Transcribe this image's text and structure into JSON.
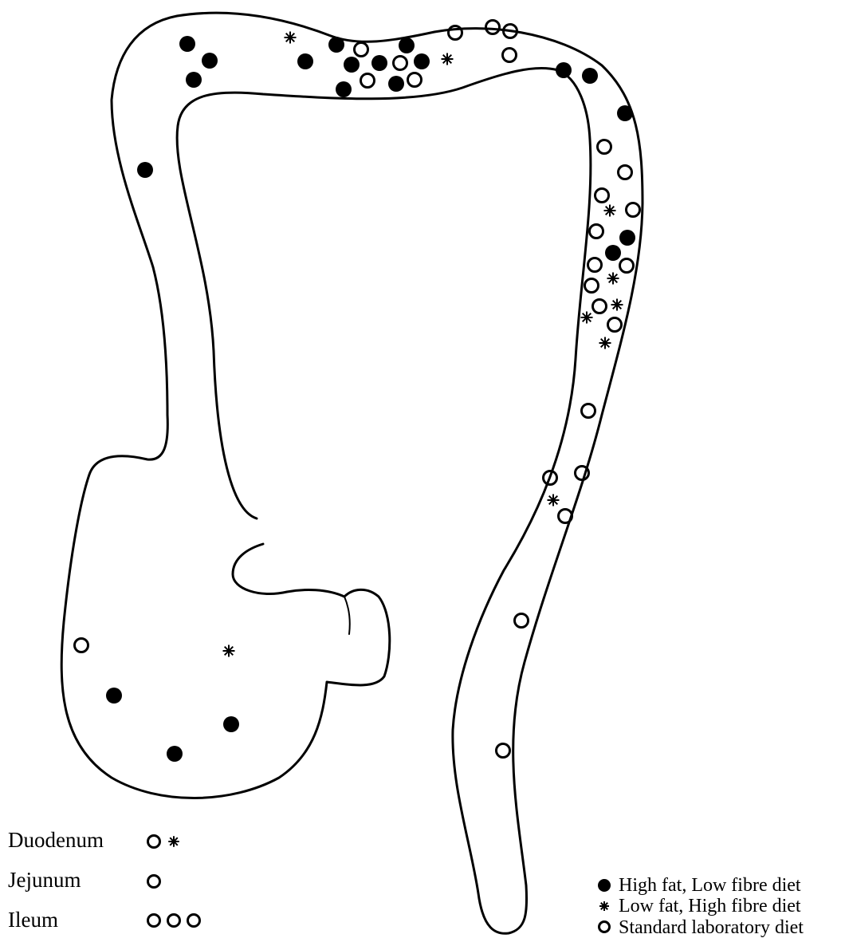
{
  "diagram": {
    "regions": [
      "Duodenum",
      "Jejunum",
      "Ileum"
    ],
    "region_markers": {
      "Duodenum": [
        "standard",
        "low-fat-high-fibre"
      ],
      "Jejunum": [
        "standard"
      ],
      "Ileum": [
        "standard",
        "standard",
        "standard"
      ]
    },
    "legend": [
      {
        "key": "high-fat-low-fibre",
        "marker": "filled-circle",
        "label": "High fat, Low fibre diet"
      },
      {
        "key": "low-fat-high-fibre",
        "marker": "asterisk",
        "label": "Low fat, High fibre diet"
      },
      {
        "key": "standard",
        "marker": "open-circle",
        "label": "Standard laboratory diet"
      }
    ]
  },
  "colors": {
    "ink": "#000000",
    "background": "#ffffff"
  }
}
